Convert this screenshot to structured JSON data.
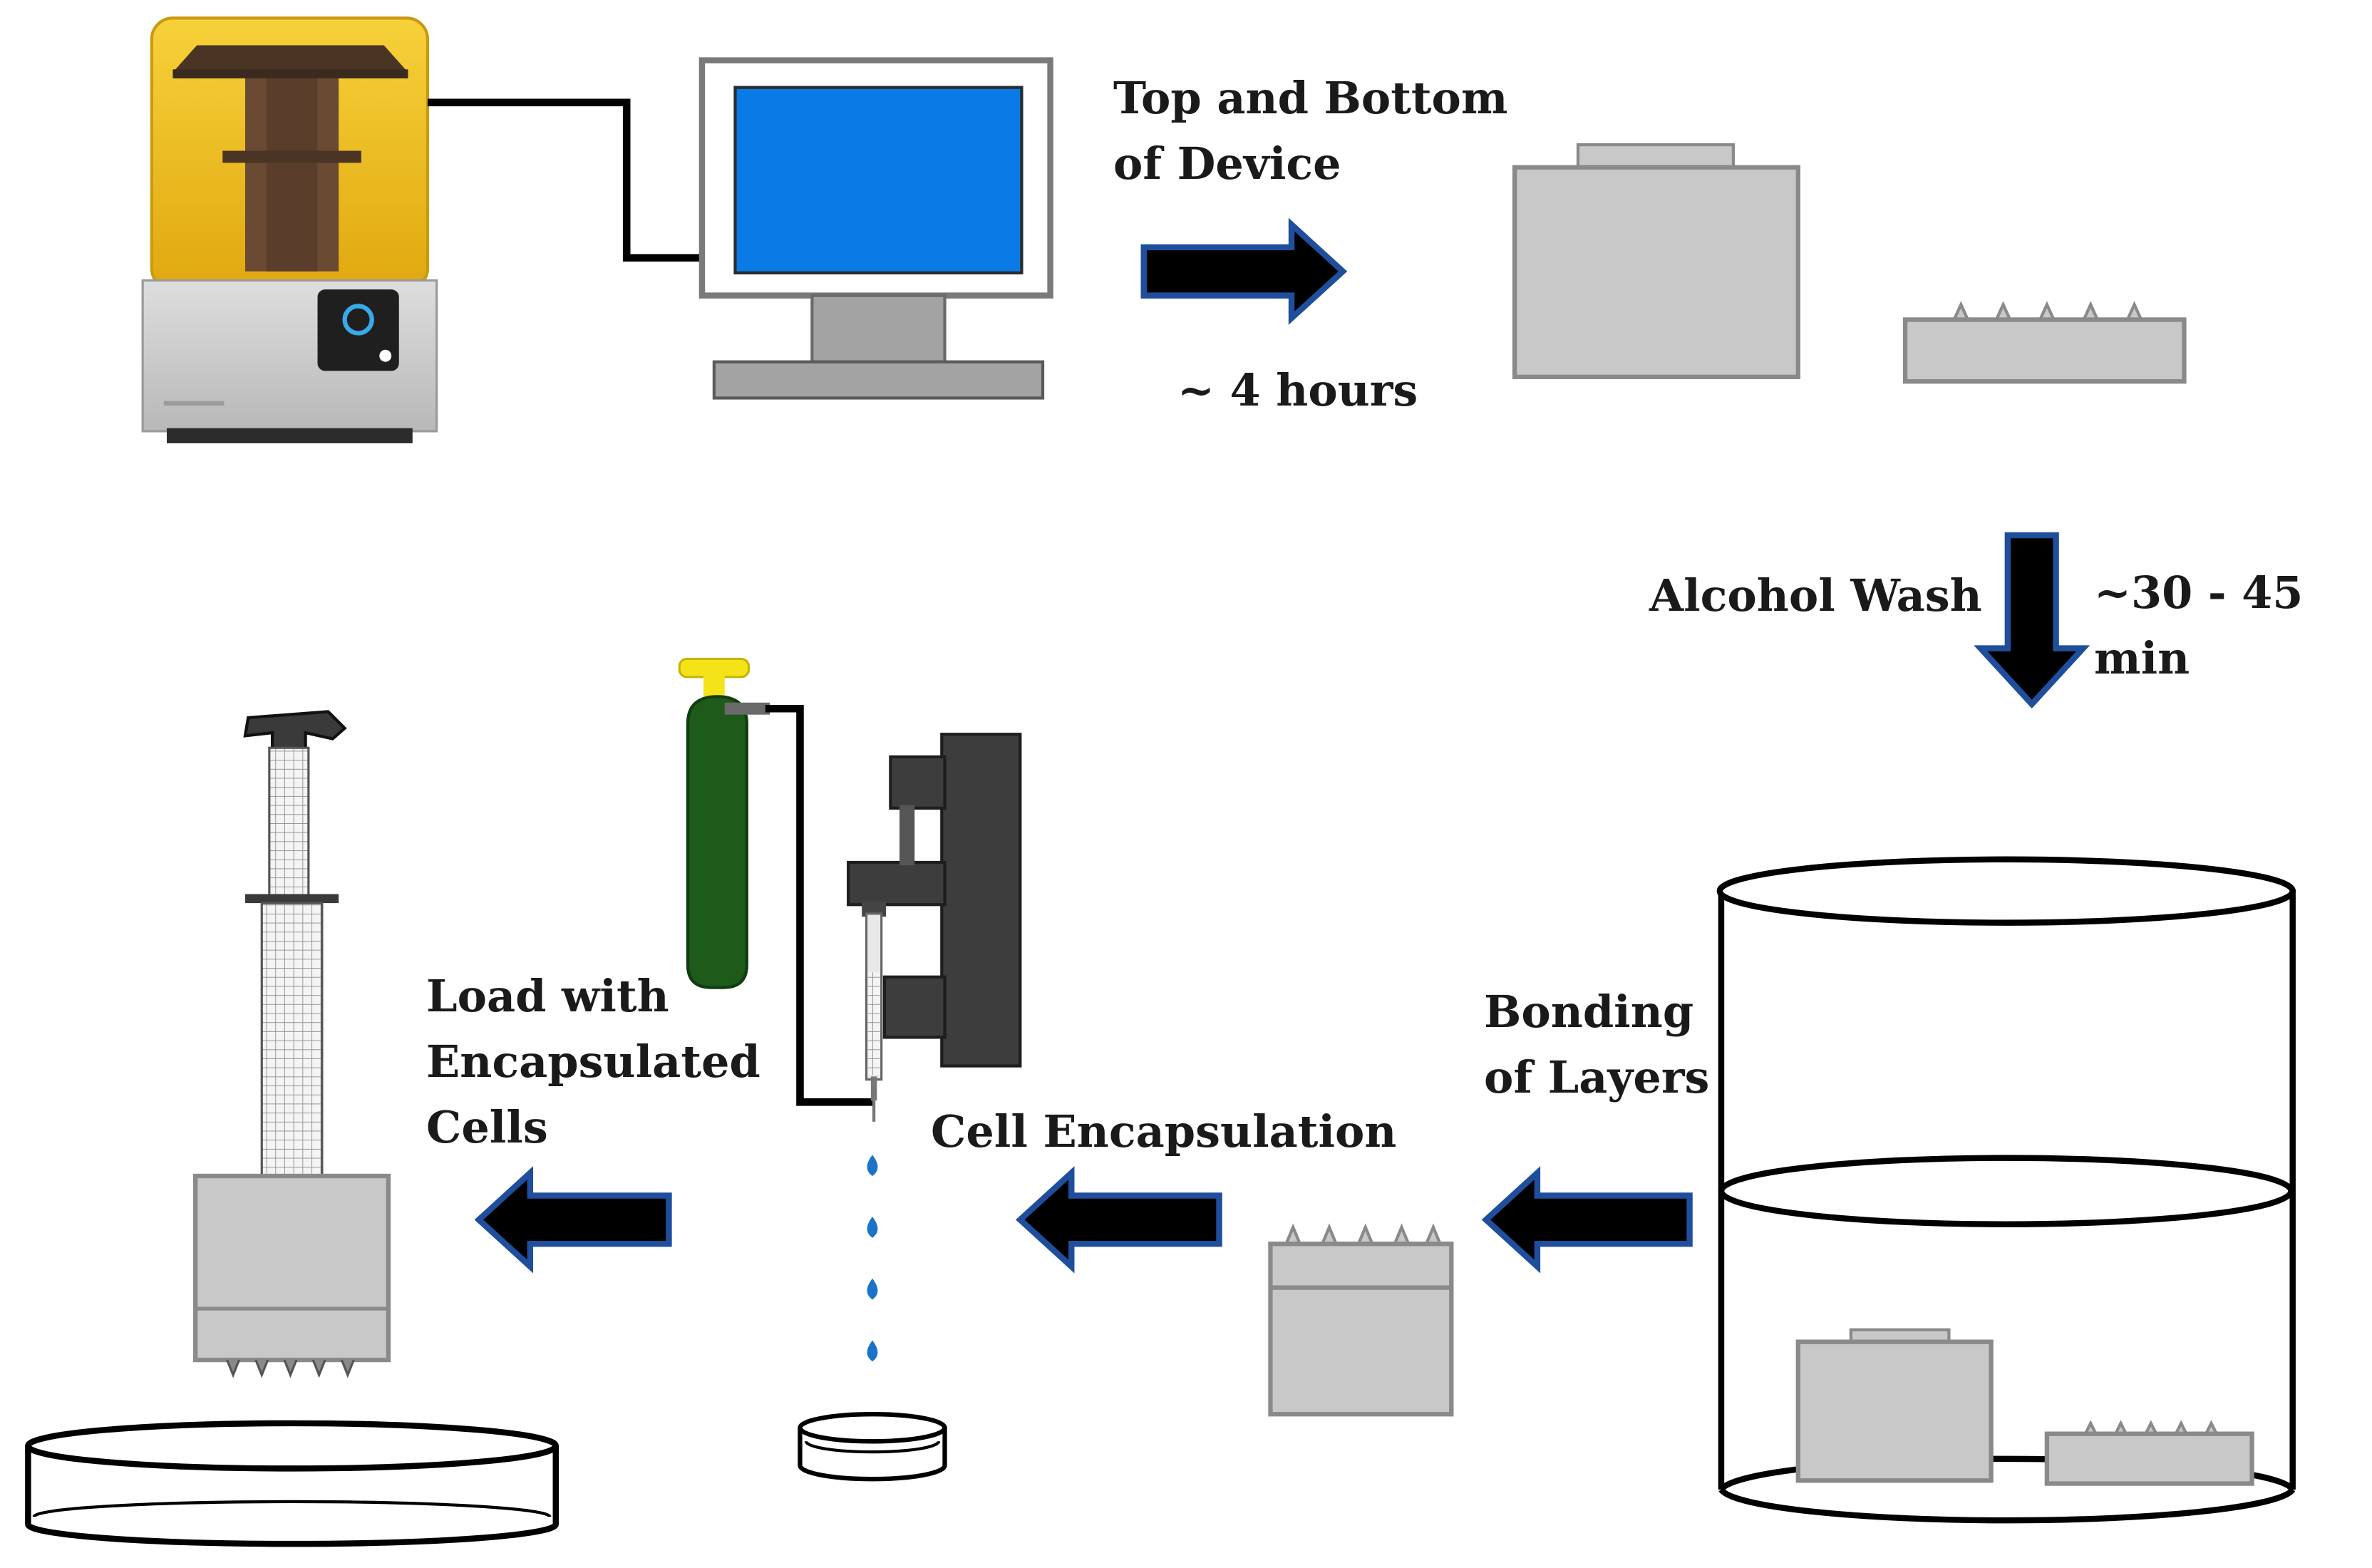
{
  "labels": {
    "printed_parts": "Top and Bottom\nof Device",
    "print_time": "~ 4 hours",
    "wash": "Alcohol Wash",
    "wash_time": "~30 - 45 min",
    "bonding": "Bonding\nof Layers",
    "encapsulation": "Cell Encapsulation",
    "loading": "Load with\nEncapsulated\nCells"
  },
  "colors": {
    "arrow_fill": "#000000",
    "arrow_edge": "#1f4e9c",
    "part_gray": "#c8c8c8",
    "part_edge": "#888888",
    "printer_amber": "#f2c21b",
    "monitor_screen": "#0a7be6",
    "gas_tank": "#1e5a19",
    "tank_valve": "#f5e31a",
    "pump_dark": "#3d3d3d",
    "droplet": "#1a73c8"
  },
  "icons": [
    "3d-printer-icon",
    "computer-monitor-icon",
    "device-top-part-icon",
    "device-bottom-part-icon",
    "alcohol-wash-beaker-icon",
    "bonded-device-icon",
    "gas-tank-icon",
    "syringe-pump-icon",
    "droplet-icon",
    "collection-dish-icon",
    "multichannel-pipette-icon",
    "petri-dish-icon"
  ]
}
